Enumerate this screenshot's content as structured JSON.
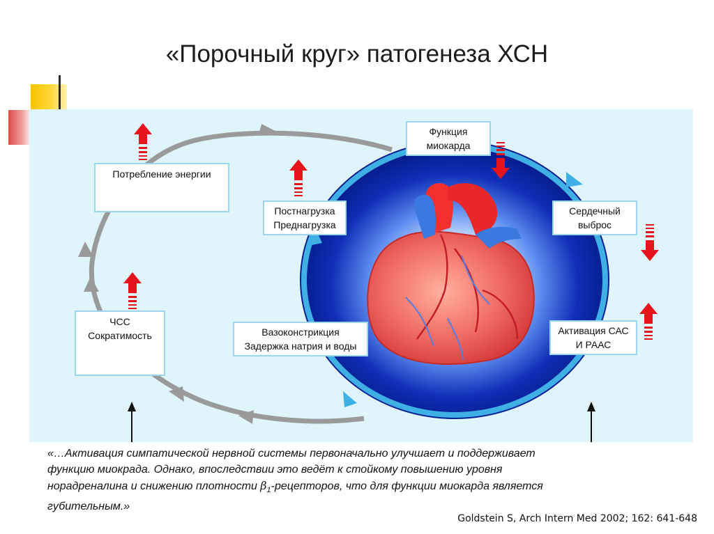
{
  "title": "«Порочный круг»  патогенеза ХСН",
  "boxes": {
    "energy": {
      "line1": "Потребление энергии"
    },
    "myocardial_function": {
      "line1": "Функция",
      "line2": "миокарда"
    },
    "afterload": {
      "line1": "Постнагрузка",
      "line2": "Преднагрузка"
    },
    "cardiac_output": {
      "line1": "Сердечный",
      "line2": "выброс"
    },
    "hr": {
      "line1": "ЧСС",
      "line2": "Сократимость"
    },
    "vaso": {
      "line1": "Вазоконстрикция",
      "line2": "Задержка натрия и воды"
    },
    "sas": {
      "line1": "Активация САС",
      "line2": "И РААС"
    }
  },
  "indicators": [
    {
      "target": "energy",
      "direction": "up"
    },
    {
      "target": "myocardial_function",
      "direction": "down"
    },
    {
      "target": "afterload",
      "direction": "up"
    },
    {
      "target": "cardiac_output",
      "direction": "down"
    },
    {
      "target": "hr",
      "direction": "up"
    },
    {
      "target": "sas",
      "direction": "up"
    }
  ],
  "colors": {
    "arrow_red": "#e8141c",
    "ring_blue": "#0a2fb0",
    "panel_bg": "#dff4fb",
    "loop_gray": "#9a9a9a",
    "box_border": "#9bd6ec"
  },
  "quote": {
    "line1": "«…Активация симпатической нервной системы первоначально улучшает и поддерживает",
    "line2": "функцию миокрада. Однако, впоследствии это ведёт к стойкому повышению уровня",
    "line3_a": "норадреналина и снижению плотности ",
    "beta": "β",
    "beta_sub": "1",
    "line3_b": "-рецепторов, что для функции миокарда является",
    "line4": "губительным.»"
  },
  "citation": "Goldstein S, Arch Intern Med 2002; 162: 641-648"
}
